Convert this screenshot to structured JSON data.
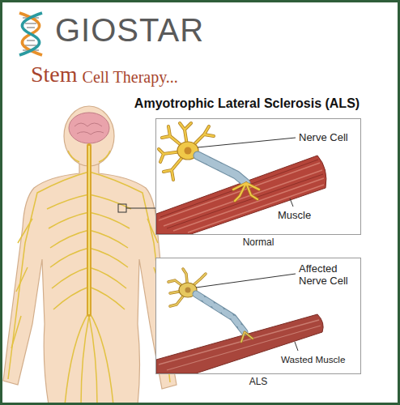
{
  "diagram": {
    "title": "Amyotrophic Lateral Sclerosis (ALS)",
    "nodes": [
      {
        "text": [
          "Nerve Cell",
          "Muscle",
          "Normal"
        ]
      },
      {
        "text": [
          "Affected Nerve Cell",
          "Wasted Muscle",
          "ALS"
        ]
      }
    ],
    "labels": [
      "GIOSTAR",
      "Stem",
      "Cell Therapy..."
    ]
  }
}
